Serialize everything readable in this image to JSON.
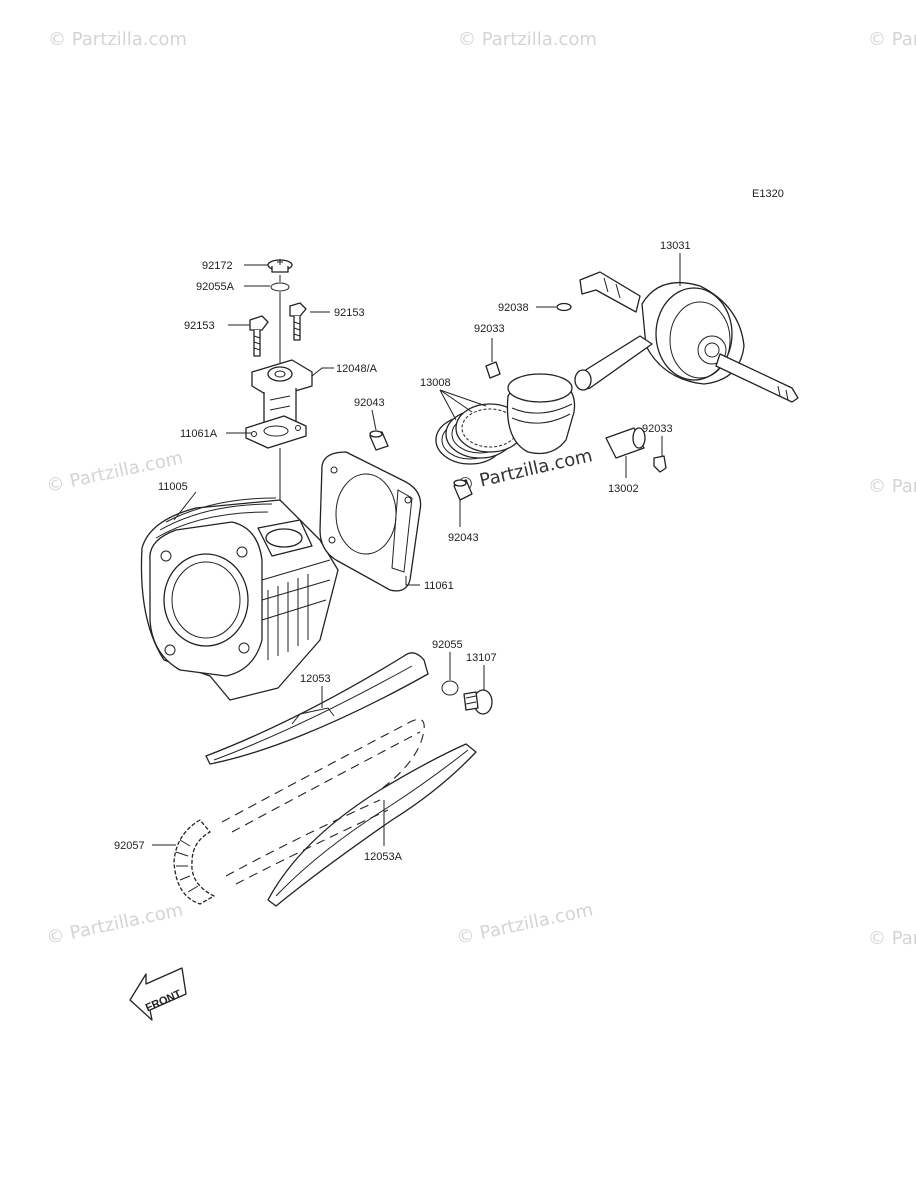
{
  "diagram_code": "E1320",
  "watermark": "© Partzilla.com",
  "front_arrow": {
    "label": "FRONT"
  },
  "callouts": {
    "p92172": "92172",
    "p92055A": "92055A",
    "p92153_left": "92153",
    "p92153_right": "92153",
    "p12048A": "12048/A",
    "p11061A": "11061A",
    "p11005": "11005",
    "p92043_top": "92043",
    "p92043_bottom": "92043",
    "p11061": "11061",
    "p13008": "13008",
    "p92033_top": "92033",
    "p92033_right": "92033",
    "p92038": "92038",
    "p13031": "13031",
    "p13002": "13002",
    "p92055": "92055",
    "p13107": "13107",
    "p12053": "12053",
    "p92057": "92057",
    "p12053A": "12053A"
  }
}
